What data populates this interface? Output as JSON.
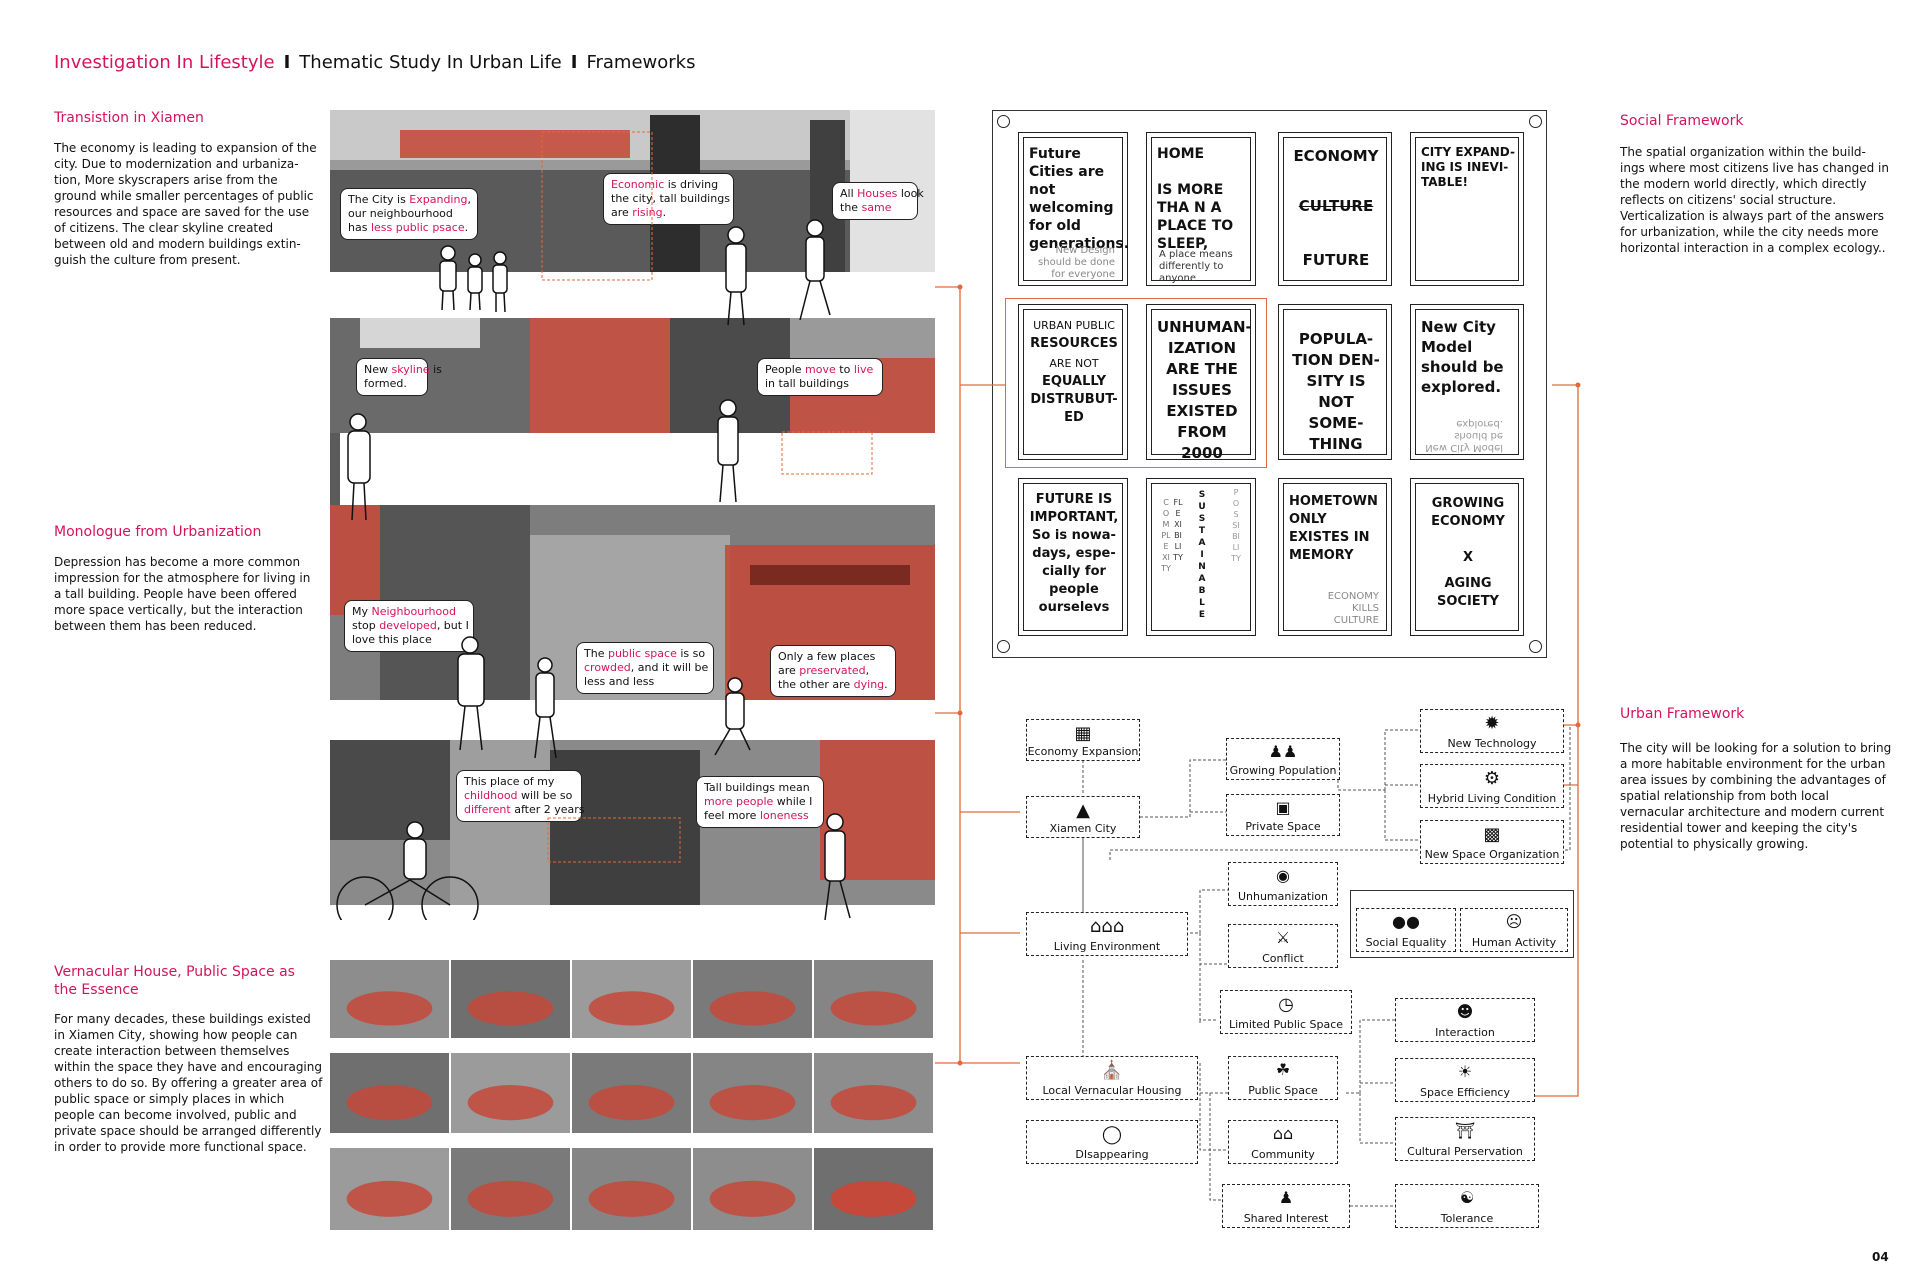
{
  "header": {
    "part1": "Investigation In Lifestyle",
    "sep": "I",
    "part2": "Thematic Study In Urban Life",
    "part3": "Frameworks"
  },
  "left": {
    "s1_title": "Transistion in Xiamen",
    "s1_body": "The economy is leading to expansion of the city. Due to modernization and urbaniza-tion, More skyscrapers arise from the ground while smaller percentages of public resources and space are saved for the use of citizens. The clear skyline created between old and modern buildings extin-guish the culture from present.",
    "s2_title": "Monologue from Urbanization",
    "s2_body": "Depression has become a more common impression for the atmosphere for living in a tall building. People have been offered more space vertically, but the interaction between them has been reduced.",
    "s3_title": "Vernacular House, Public Space as the Essence",
    "s3_body": "For many decades, these buildings existed in Xiamen City, showing how people can create interaction between themselves within the space they have and encouraging others to do so. By offering a greater area of public space or simply places in which people can become involved, public and private space should be arranged differently in order to provide more functional space."
  },
  "bubbles": {
    "b1": [
      "The City is ",
      "Expanding",
      ",",
      "our neighbourhood",
      "has ",
      "less public psace",
      "."
    ],
    "b2": [
      "Economic",
      " is driving",
      "the city, tall buildings",
      "are ",
      "rising",
      "."
    ],
    "b3": [
      "All ",
      "Houses",
      " look",
      "the ",
      "same"
    ],
    "b4": [
      "New ",
      "skyline",
      " is",
      "formed."
    ],
    "b5": [
      "People ",
      "move",
      " to ",
      "live",
      "in tall buildings"
    ],
    "b6": [
      "My ",
      "Neighbourhood",
      "stop ",
      "developed",
      ", but I",
      "love this place"
    ],
    "b7": [
      "The ",
      "public space",
      " is so",
      "crowded",
      ", and it will be",
      "less and less"
    ],
    "b8": [
      "Only a few places",
      "are ",
      "preservated",
      ",",
      "the other are ",
      "dying",
      "."
    ],
    "b9": [
      "This place of my",
      "childhood",
      " will be so",
      "different",
      " after 2 years"
    ],
    "b10": [
      "Tall buildings mean",
      "more people",
      " while I",
      "feel more ",
      "loneness"
    ]
  },
  "right": {
    "social_title": "Social Framework",
    "social_body": "The spatial organization within the build-ings where most citizens live has changed in the modern world directly, which directly reflects on citizens' social structure. Verticalization is always part of the answers for urbanization, while the city needs more horizontal interaction in a complex ecology..",
    "urban_title": "Urban Framework",
    "urban_body": "The city will be looking for a solution to bring a more habitable environment for the urban area issues by combining the advantages of spatial relationship from both local vernacular architecture and modern current residential tower and keeping the city's potential to physically growing."
  },
  "cards": {
    "c1_main": "Future Cities are not welcoming for old generations.",
    "c1_small": "New Design should be done for everyone",
    "c2_main": "HOME\n\nIS MORE THA N A PLACE TO SLEEP,",
    "c2_small": "A place  means differently to anyone",
    "c3_a": "ECONOMY",
    "c3_b": "CULTURE",
    "c3_c": "FUTURE",
    "c4_main": "CITY EXPAND-ING IS INEVI-TABLE!",
    "c5_a": "URBAN PUBLIC",
    "c5_b": "RESOURCES",
    "c5_c": "ARE NOT",
    "c5_d": "EQUALLY DISTRUBUT-ED",
    "c6_main": "UNHUMAN-IZATION ARE THE ISSUES EXISTED FROM 2000",
    "c7_main": "POPULA-TION DEN-SITY IS NOT SOME-THING",
    "c8_main": "New City Model should be explored.",
    "c8_mirror": "New City Model should be explored.",
    "c9_main": "FUTURE IS IMPORTANT, So is nowa-days, espe-cially for people ourselevs",
    "c10_left": "FLEXIBILITY",
    "c10_mid": "SUSTAINABLE",
    "c10_right": "POSSIBILITY",
    "c10_far": "COMPLEXITY",
    "c11_main": "HOMETOWN ONLY EXISTES IN MEMORY",
    "c11_small": "ECONOMY KILLS CULTURE",
    "c12_a": "GROWING ECONOMY",
    "c12_b": "X",
    "c12_c": "AGING SOCIETY"
  },
  "nodes": {
    "economy_expansion": "Economy Expansion",
    "xiamen_city": "Xiamen City",
    "growing_population": "Growing Population",
    "private_space": "Private Space",
    "new_technology": "New Technology",
    "hybrid_living": "Hybrid Living Condition",
    "new_space_org": "New Space Organization",
    "living_environment": "Living Environment",
    "unhumanization": "Unhumanization",
    "conflict": "Conflict",
    "social_equality": "Social Equality",
    "human_activity": "Human Activity",
    "limited_public_space": "Limited Public Space",
    "interaction": "Interaction",
    "local_vernacular": "Local Vernacular Housing",
    "public_space": "Public Space",
    "space_efficiency": "Space Efficiency",
    "disappearing": "DIsappearing",
    "community": "Community",
    "cultural_preservation": "Cultural Perservation",
    "shared_interest": "Shared Interest",
    "tolerance": "Tolerance"
  },
  "page_number": "04",
  "colors": {
    "accent": "#d4145a",
    "terracotta": "#c4493a",
    "line": "#e06a3a"
  }
}
